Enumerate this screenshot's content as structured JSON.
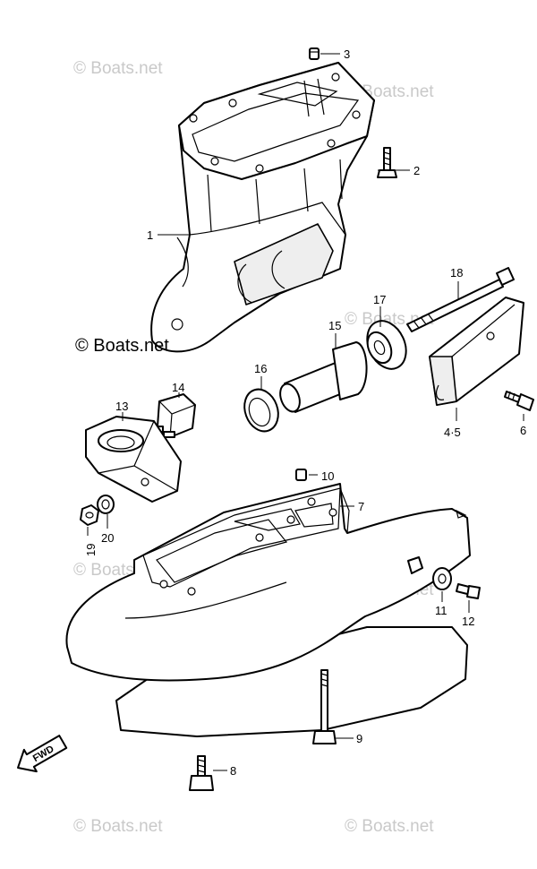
{
  "watermark_text": "© Boats.net",
  "callouts": {
    "p1": "1",
    "p2": "2",
    "p3": "3",
    "p45": "4·5",
    "p6": "6",
    "p7": "7",
    "p8": "8",
    "p9": "9",
    "p10": "10",
    "p11": "11",
    "p12": "12",
    "p13": "13",
    "p14": "14",
    "p15": "15",
    "p16": "16",
    "p17": "17",
    "p18": "18",
    "p19": "19",
    "p20": "20"
  },
  "direction_label": "FWD"
}
